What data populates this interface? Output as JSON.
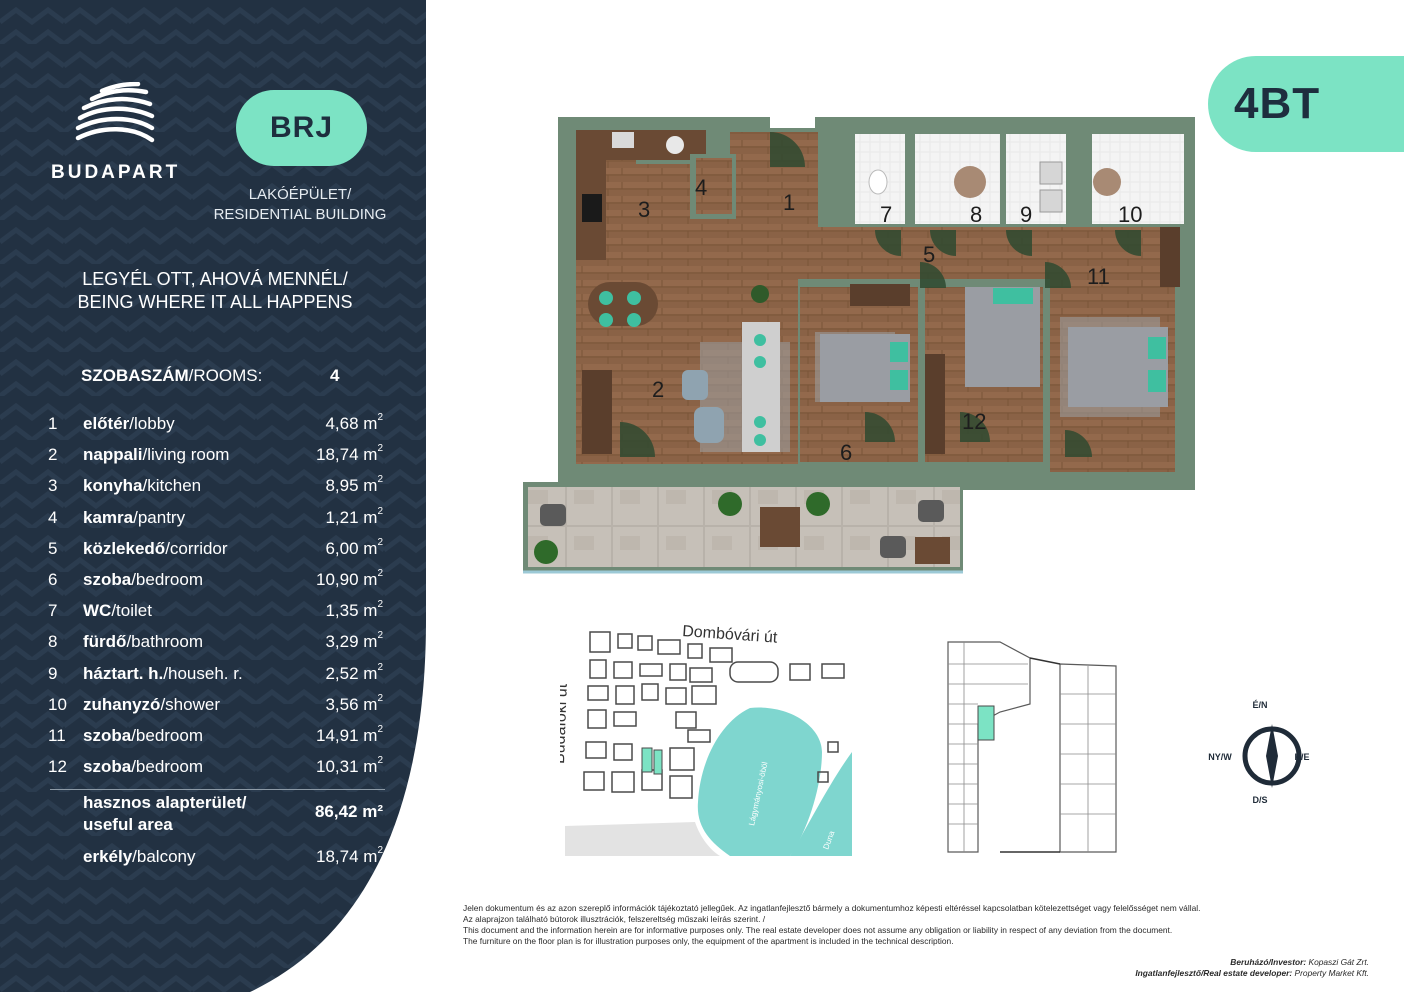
{
  "brand": {
    "name": "BUDAPART"
  },
  "building": {
    "code": "BRJ",
    "type_line1": "LAKÓÉPÜLET/",
    "type_line2": "RESIDENTIAL BUILDING"
  },
  "slogan": {
    "line1": "LEGYÉL OTT, AHOVÁ MENNÉL/",
    "line2": "BEING WHERE IT ALL HAPPENS"
  },
  "rooms": {
    "label_bold": "SZOBASZÁM",
    "label_rest": "/ROOMS:",
    "count": "4"
  },
  "apartment": {
    "code": "4BT"
  },
  "room_list": [
    {
      "no": "1",
      "hu": "előtér",
      "en": "/lobby",
      "area": "4,68 m"
    },
    {
      "no": "2",
      "hu": "nappali",
      "en": "/living room",
      "area": "18,74 m"
    },
    {
      "no": "3",
      "hu": "konyha",
      "en": "/kitchen",
      "area": "8,95 m"
    },
    {
      "no": "4",
      "hu": "kamra",
      "en": "/pantry",
      "area": "1,21 m"
    },
    {
      "no": "5",
      "hu": "közlekedő",
      "en": "/corridor",
      "area": "6,00 m"
    },
    {
      "no": "6",
      "hu": "szoba",
      "en": "/bedroom",
      "area": "10,90 m"
    },
    {
      "no": "7",
      "hu": "WC",
      "en": "/toilet",
      "area": "1,35 m"
    },
    {
      "no": "8",
      "hu": "fürdő",
      "en": "/bathroom",
      "area": "3,29 m"
    },
    {
      "no": "9",
      "hu": "háztart. h.",
      "en": "/househ. r.",
      "area": "2,52 m"
    },
    {
      "no": "10",
      "hu": "zuhanyzó",
      "en": "/shower",
      "area": "3,56 m"
    },
    {
      "no": "11",
      "hu": "szoba",
      "en": "/bedroom",
      "area": "14,91 m"
    },
    {
      "no": "12",
      "hu": "szoba",
      "en": "/bedroom",
      "area": "10,31 m"
    }
  ],
  "area_unit_sup": "2",
  "useful": {
    "label_line1": "hasznos alapterület/",
    "label_line2": "useful area",
    "area": "86,42 m²"
  },
  "balcony": {
    "hu": "erkély",
    "en": "/balcony",
    "area": "18,74 m"
  },
  "map": {
    "street_top": "Dombóvári út",
    "street_left": "Budafoki út",
    "lake": "Lágymányosi-öböl",
    "river": "Duna"
  },
  "compass": {
    "n": "É/N",
    "s": "D/S",
    "w": "NY/W",
    "e": "K/E"
  },
  "disclaimer": {
    "line1": "Jelen dokumentum és az azon szereplő információk tájékoztató jellegűek. Az ingatlanfejlesztő bármely a dokumentumhoz képesti eltéréssel kapcsolatban kötelezettséget vagy felelősséget nem vállal.",
    "line2": "Az alaprajzon található bútorok illusztrációk, felszereltség műszaki leírás szerint. /",
    "line3": "This document and the information herein are for informative purposes only. The real estate developer does not assume any obligation or liability in respect of any deviation from the document.",
    "line4": "The furniture on the floor plan is for illustration purposes only, the equipment of the apartment is included in the technical description."
  },
  "investor": {
    "label": "Beruházó/Investor:",
    "value": " Kopaszi Gát Zrt.",
    "dev_label": "Ingatlanfejlesztő/Real estate developer:",
    "dev_value": " Property Market Kft."
  },
  "colors": {
    "panel": "#223142",
    "accent": "#7ce3c4",
    "wall": "#6f8a76",
    "wood": "#8a6246"
  }
}
